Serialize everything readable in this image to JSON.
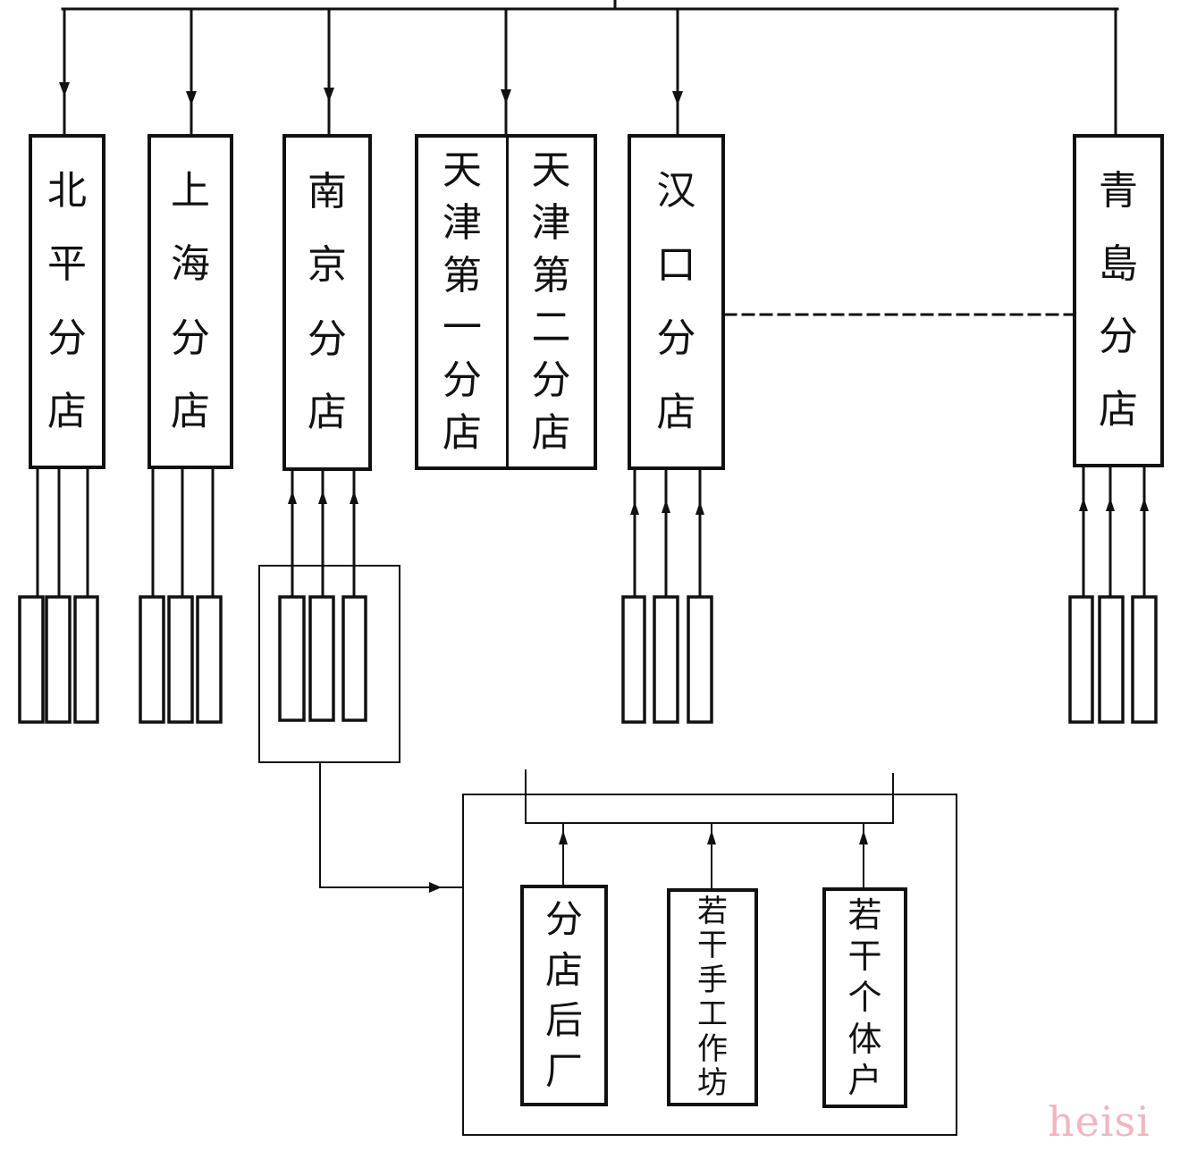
{
  "branches": {
    "beiping": "北平分店",
    "shanghai": "上海分店",
    "nanjing": "南京分店",
    "tianjin_1": "天津第一分店",
    "tianjin_2": "天津第二分店",
    "hankou": "汉口分店",
    "qingdao": "青島分店"
  },
  "production_units": {
    "branch_factory": "分店后厂",
    "workshops": "若干手工作坊",
    "individual_households": "若干个体户"
  },
  "watermark": "heisi",
  "colors": {
    "ink": "#111111",
    "paper": "#ffffff",
    "watermark": "#f3b4c1"
  }
}
